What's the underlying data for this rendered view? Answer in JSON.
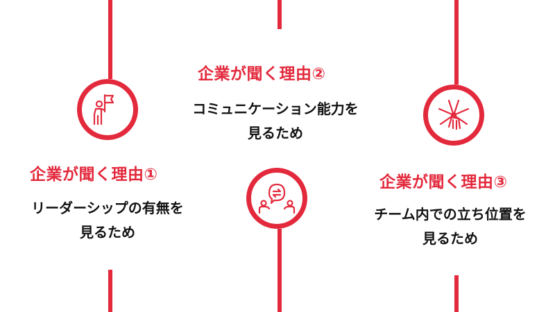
{
  "colors": {
    "accent": "#e3293c",
    "text": "#111111",
    "background": "#ffffff"
  },
  "items": [
    {
      "title": "企業が聞く理由①",
      "lines": [
        "リーダーシップの有無を",
        "見るため"
      ],
      "icon": "flag-person-icon"
    },
    {
      "title": "企業が聞く理由②",
      "lines": [
        "コミュニケーション能力を",
        "見るため"
      ],
      "icon": "conversation-icon"
    },
    {
      "title": "企業が聞く理由③",
      "lines": [
        "チーム内での立ち位置を",
        "見るため"
      ],
      "icon": "team-hands-icon"
    }
  ]
}
